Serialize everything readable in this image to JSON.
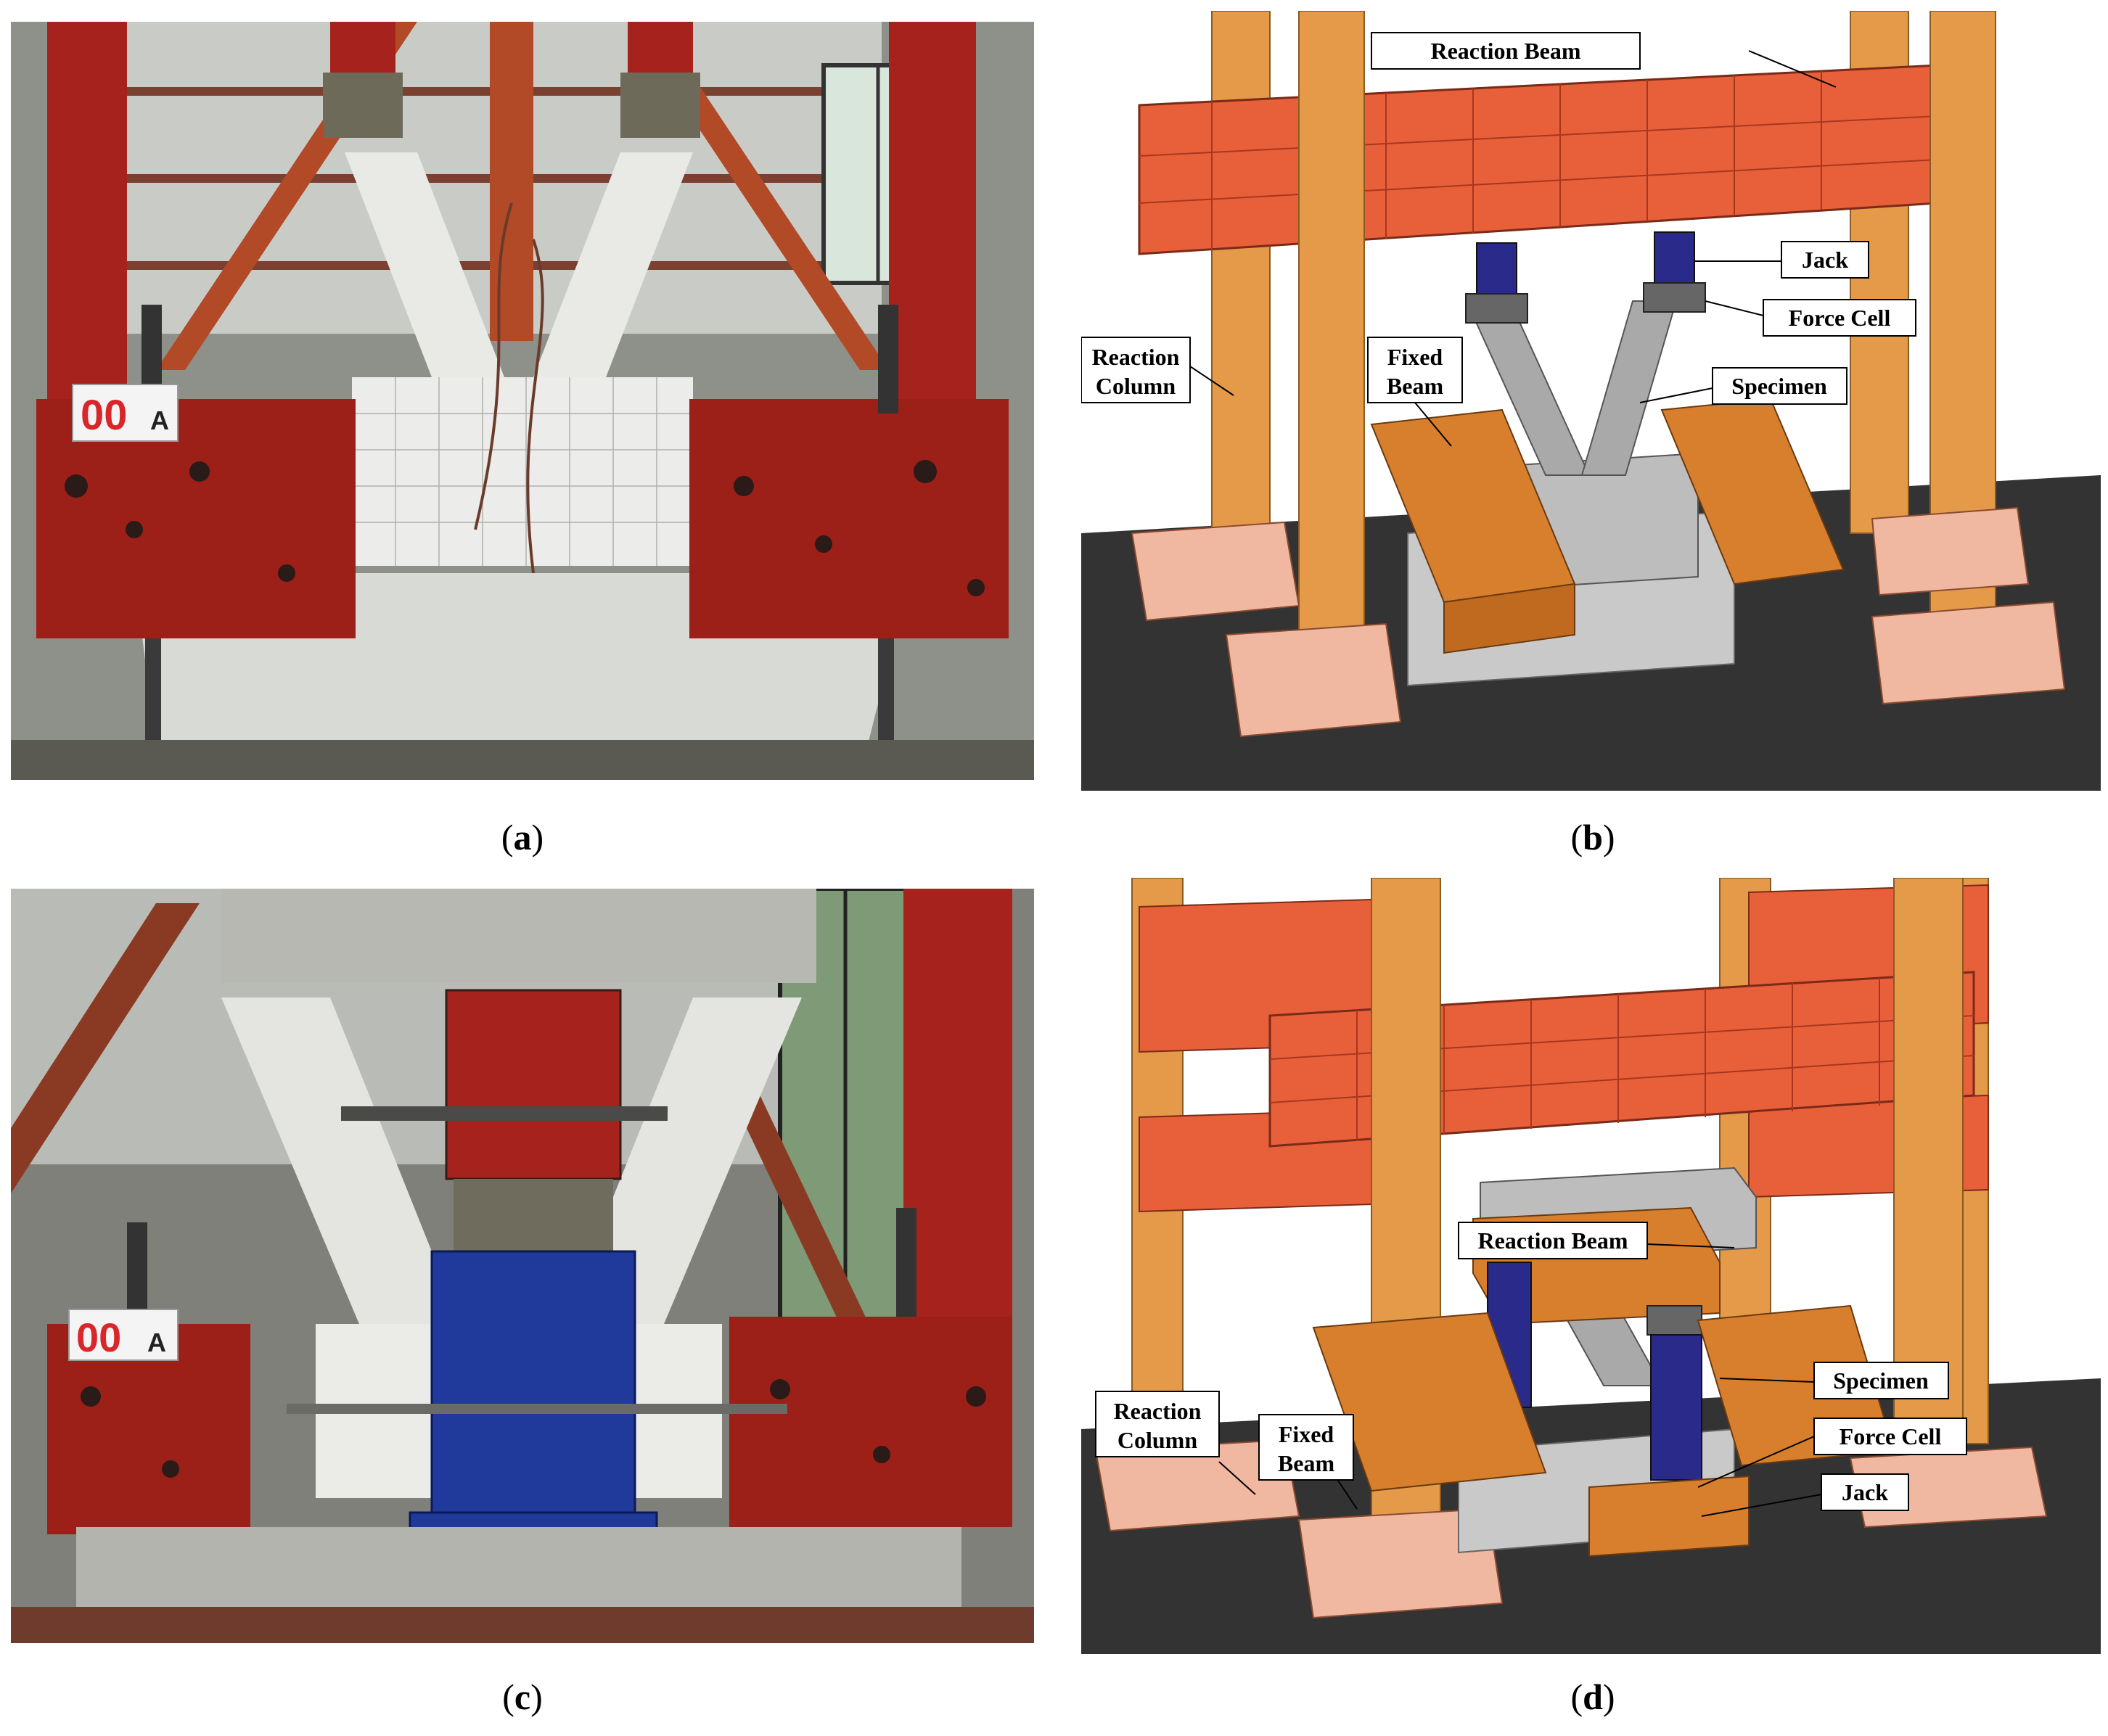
{
  "panels": {
    "a": {
      "caption_letter": "a",
      "plate_digits": "00",
      "plate_letter": "A"
    },
    "b": {
      "caption_letter": "b",
      "labels": {
        "reaction_beam": "Reaction Beam",
        "jack": "Jack",
        "force_cell": "Force Cell",
        "reaction_column_line1": "Reaction",
        "reaction_column_line2": "Column",
        "fixed_beam_line1": "Fixed",
        "fixed_beam_line2": "Beam",
        "specimen": "Specimen"
      }
    },
    "c": {
      "caption_letter": "c",
      "plate_digits": "00",
      "plate_letter": "A"
    },
    "d": {
      "caption_letter": "d",
      "labels": {
        "reaction_beam": "Reaction Beam",
        "specimen": "Specimen",
        "reaction_column_line1": "Reaction",
        "reaction_column_line2": "Column",
        "force_cell": "Force Cell",
        "fixed_beam_line1": "Fixed",
        "fixed_beam_line2": "Beam",
        "jack": "Jack"
      }
    }
  },
  "colors": {
    "steel_red": "#b5261e",
    "beam_orange": "#e8603a",
    "column_orange": "#e49a48",
    "fixed_beam_orange": "#d87f2e",
    "specimen_gray": "#b8b8b8",
    "jack_blue": "#2a2a8a",
    "floor_dark": "#333333",
    "base_pink": "#f0b8a0"
  }
}
